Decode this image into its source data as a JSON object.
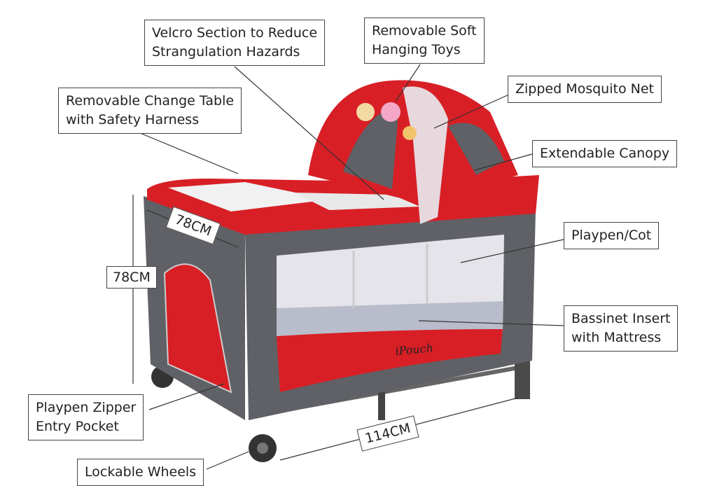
{
  "labels": {
    "velcro": [
      "Velcro Section to Reduce",
      "Strangulation Hazards"
    ],
    "toys": [
      "Removable Soft",
      "Hanging Toys"
    ],
    "change_table": [
      "Removable Change Table",
      "with Safety Harness"
    ],
    "mosquito_net": "Zipped Mosquito Net",
    "canopy": "Extendable Canopy",
    "playpen": "Playpen/Cot",
    "bassinet": [
      "Bassinet Insert",
      "with Mattress"
    ],
    "zipper_pocket": [
      "Playpen Zipper",
      "Entry Pocket"
    ],
    "wheels": "Lockable Wheels"
  },
  "dimensions": {
    "width": "78CM",
    "height": "78CM",
    "length": "114CM"
  },
  "brand": "iPouch",
  "colors": {
    "red": "#d81f26",
    "gray": "#5f6166",
    "mesh": "#e4e4ea"
  }
}
